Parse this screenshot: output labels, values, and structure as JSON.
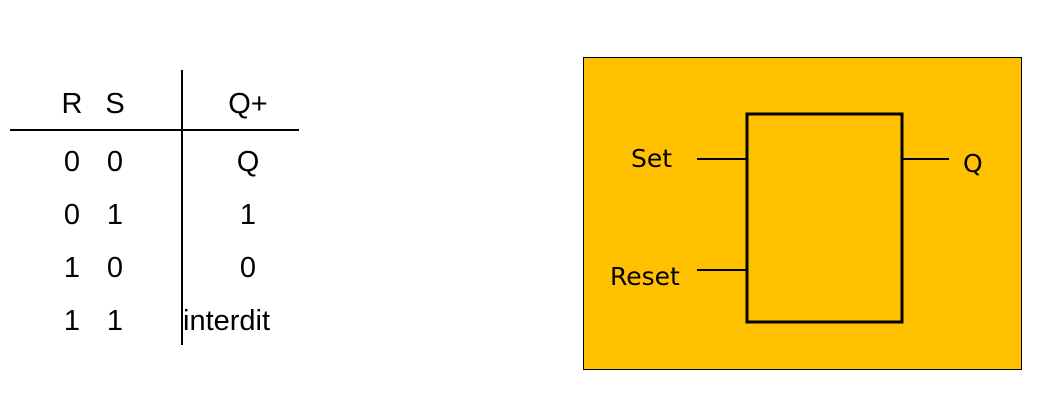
{
  "truth_table": {
    "headers": {
      "r": "R",
      "s": "S",
      "q_next": "Q+"
    },
    "rows": [
      {
        "r": "0",
        "s": "0",
        "q_next": "Q"
      },
      {
        "r": "0",
        "s": "1",
        "q_next": "1"
      },
      {
        "r": "1",
        "s": "0",
        "q_next": "0"
      },
      {
        "r": "1",
        "s": "1",
        "q_next": "interdit"
      }
    ]
  },
  "diagram": {
    "background_color": "#ffc000",
    "inputs": {
      "set": "Set",
      "reset": "Reset"
    },
    "output": {
      "q": "Q"
    }
  }
}
